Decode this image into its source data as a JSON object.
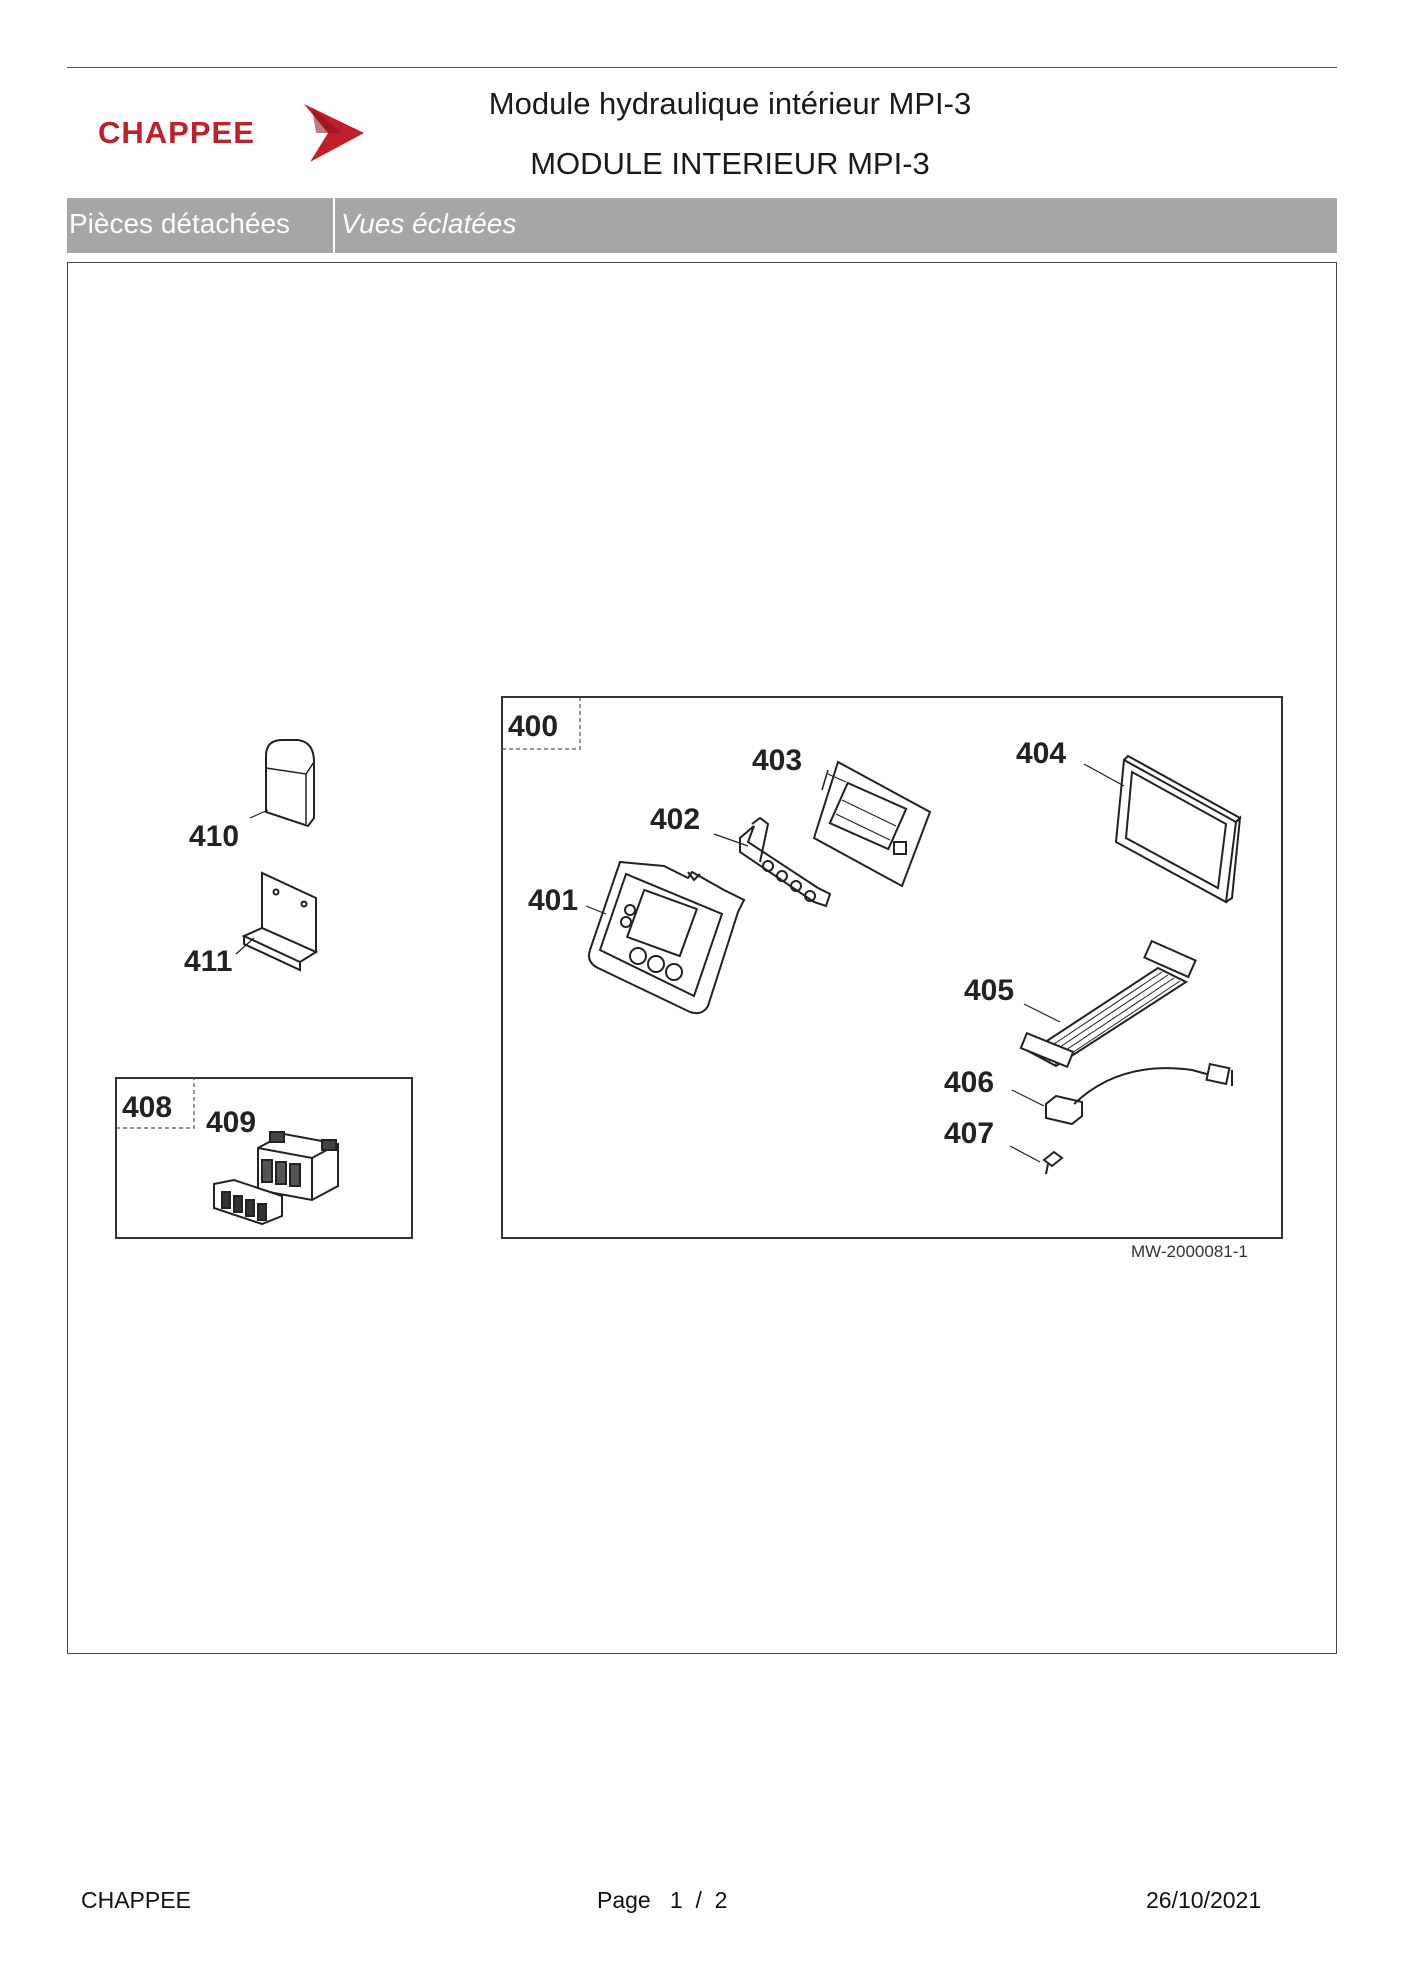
{
  "header": {
    "brand": "CHAPPEE",
    "title_line1": "Module hydraulique intérieur MPI-3",
    "title_line2": "MODULE INTERIEUR MPI-3"
  },
  "tabs": {
    "parts_label": "Pièces détachées",
    "views_label": "Vues éclatées"
  },
  "diagram": {
    "group_main": "400",
    "group_small": "408",
    "reference": "MW-2000081-1",
    "parts": {
      "p401": "401",
      "p402": "402",
      "p403": "403",
      "p404": "404",
      "p405": "405",
      "p406": "406",
      "p407": "407",
      "p409": "409",
      "p410": "410",
      "p411": "411"
    }
  },
  "footer": {
    "brand": "CHAPPEE",
    "page_label": "Page",
    "page_current": "1",
    "page_sep": "/",
    "page_total": "2",
    "date": "26/10/2021"
  },
  "colors": {
    "brand_red": "#c0202a",
    "tab_gray": "#a6a6a6"
  }
}
